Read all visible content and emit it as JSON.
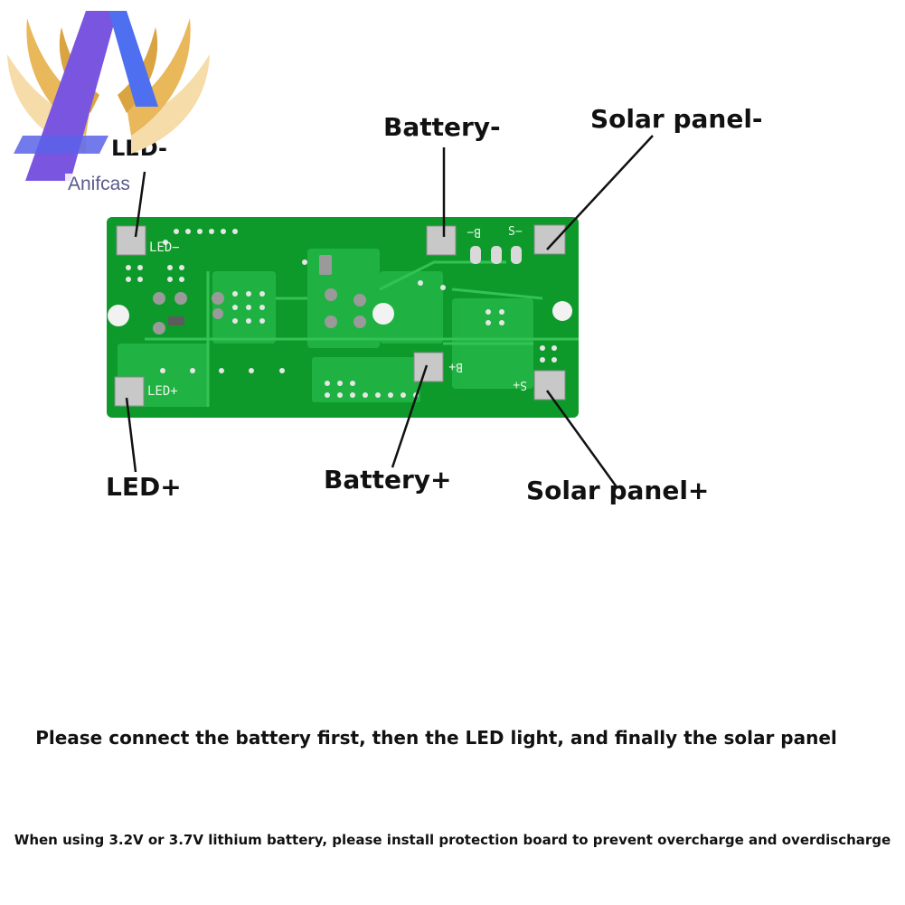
{
  "brand": {
    "logo_text": "Anifcas",
    "colors": {
      "wing_gold": "#e8b85a",
      "wing_light": "#f6dca8",
      "letter_purple": "#7a55e0",
      "letter_blue": "#4d6ff0"
    }
  },
  "board": {
    "pcb_color": "#0d9a2a",
    "trace_color": "#22b545",
    "pad_color": "#c8c8c8",
    "silkscreen": {
      "led_minus": "LED−",
      "led_plus": "LED+",
      "b_minus": "B−",
      "b_plus": "B+",
      "s_minus": "S−",
      "s_plus": "S+"
    }
  },
  "callouts": {
    "led_minus": "LED-",
    "led_plus": "LED+",
    "battery_minus": "Battery-",
    "battery_plus": "Battery+",
    "solar_minus": "Solar panel-",
    "solar_plus": "Solar panel+"
  },
  "notes": {
    "connection_order": "Please connect the battery first, then the LED light, and finally the solar panel",
    "battery_warning": "When using 3.2V or 3.7V lithium battery, please install protection board to prevent overcharge and overdischarge"
  }
}
